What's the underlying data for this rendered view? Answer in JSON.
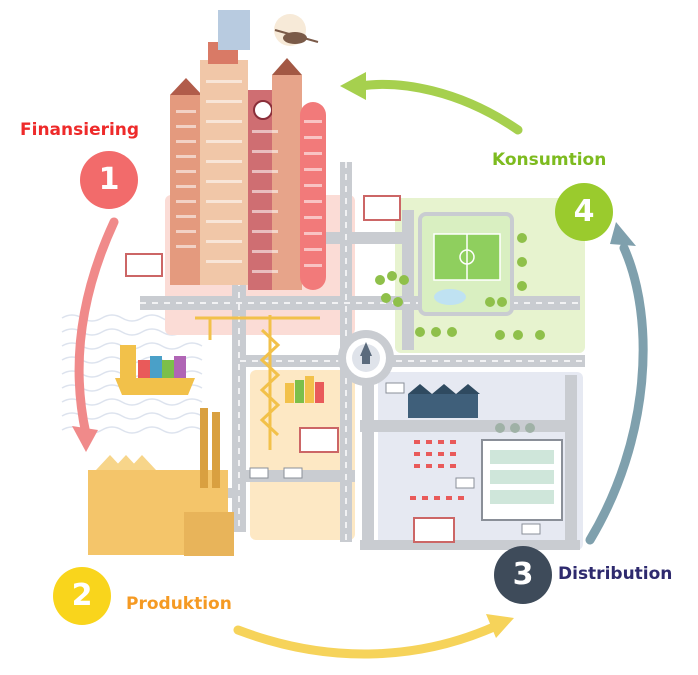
{
  "stages": [
    {
      "number": "1",
      "label": "Finansiering",
      "color": "#f26b6b",
      "label_color": "#ee2a2a"
    },
    {
      "number": "2",
      "label": "Produktion",
      "color": "#f9d51c",
      "label_color": "#f59a23"
    },
    {
      "number": "3",
      "label": "Distribution",
      "color": "#3e4b5a",
      "label_color": "#2e2a6e"
    },
    {
      "number": "4",
      "label": "Konsumtion",
      "color": "#9acb2d",
      "label_color": "#7dbb1f"
    }
  ],
  "arrow_colors": {
    "one_to_two": "#f08a8a",
    "two_to_three": "#f6d35a",
    "three_to_four": "#7fa0ad",
    "four_to_one": "#a6d04e"
  },
  "zone_colors": {
    "finance": "#fbdcd6",
    "production": "#fde8c4",
    "distribution": "#e6e9f2",
    "consumption": "#e7f3cf"
  }
}
